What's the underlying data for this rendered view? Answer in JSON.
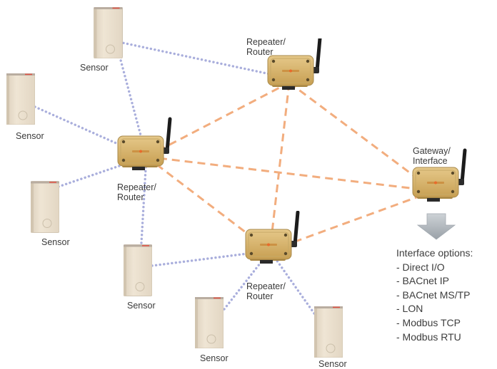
{
  "labels": {
    "repeater_top": [
      "Repeater/",
      "Router"
    ],
    "repeater_left": [
      "Repeater/",
      "Router"
    ],
    "repeater_bottom": [
      "Repeater/",
      "Router"
    ],
    "gateway": [
      "Gateway/",
      "Interface"
    ],
    "sensor_1": "Sensor",
    "sensor_2": "Sensor",
    "sensor_3": "Sensor",
    "sensor_4": "Sensor",
    "sensor_5": "Sensor",
    "sensor_6": "Sensor"
  },
  "interface_options": {
    "heading": "Interface options:",
    "items": [
      "- Direct I/O",
      "- BACnet IP",
      "- BACnet MS/TP",
      "- LON",
      "- Modbus TCP",
      "- Modbus RTU"
    ]
  },
  "colors": {
    "mesh_link": "#f2ad7e",
    "sensor_link": "#a9aedc",
    "enclosure": "#d7b46a",
    "sensor_body": "#ece1cf",
    "arrow": "#b3b9bf"
  },
  "icons": [
    "antenna-icon",
    "sensor-device-icon",
    "router-enclosure-icon",
    "down-arrow-icon"
  ]
}
